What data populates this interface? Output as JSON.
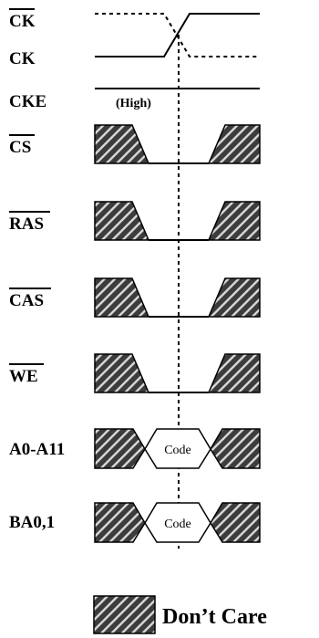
{
  "signals": {
    "ck_bar": "CK",
    "ck": "CK",
    "cke": "CKE",
    "cs_bar": "CS",
    "ras_bar": "RAS",
    "cas_bar": "CAS",
    "we_bar": "WE",
    "a0_a11": "A0-A11",
    "ba0_1": "BA0,1"
  },
  "notes": {
    "cke_state": "(High)"
  },
  "codes": {
    "address": "Code",
    "bank": "Code"
  },
  "legend": {
    "dont_care": "Don’t Care"
  },
  "colors": {
    "hatch_dark": "#3c3c3c",
    "hatch_light": "#d9d9d9",
    "line": "#000000"
  }
}
